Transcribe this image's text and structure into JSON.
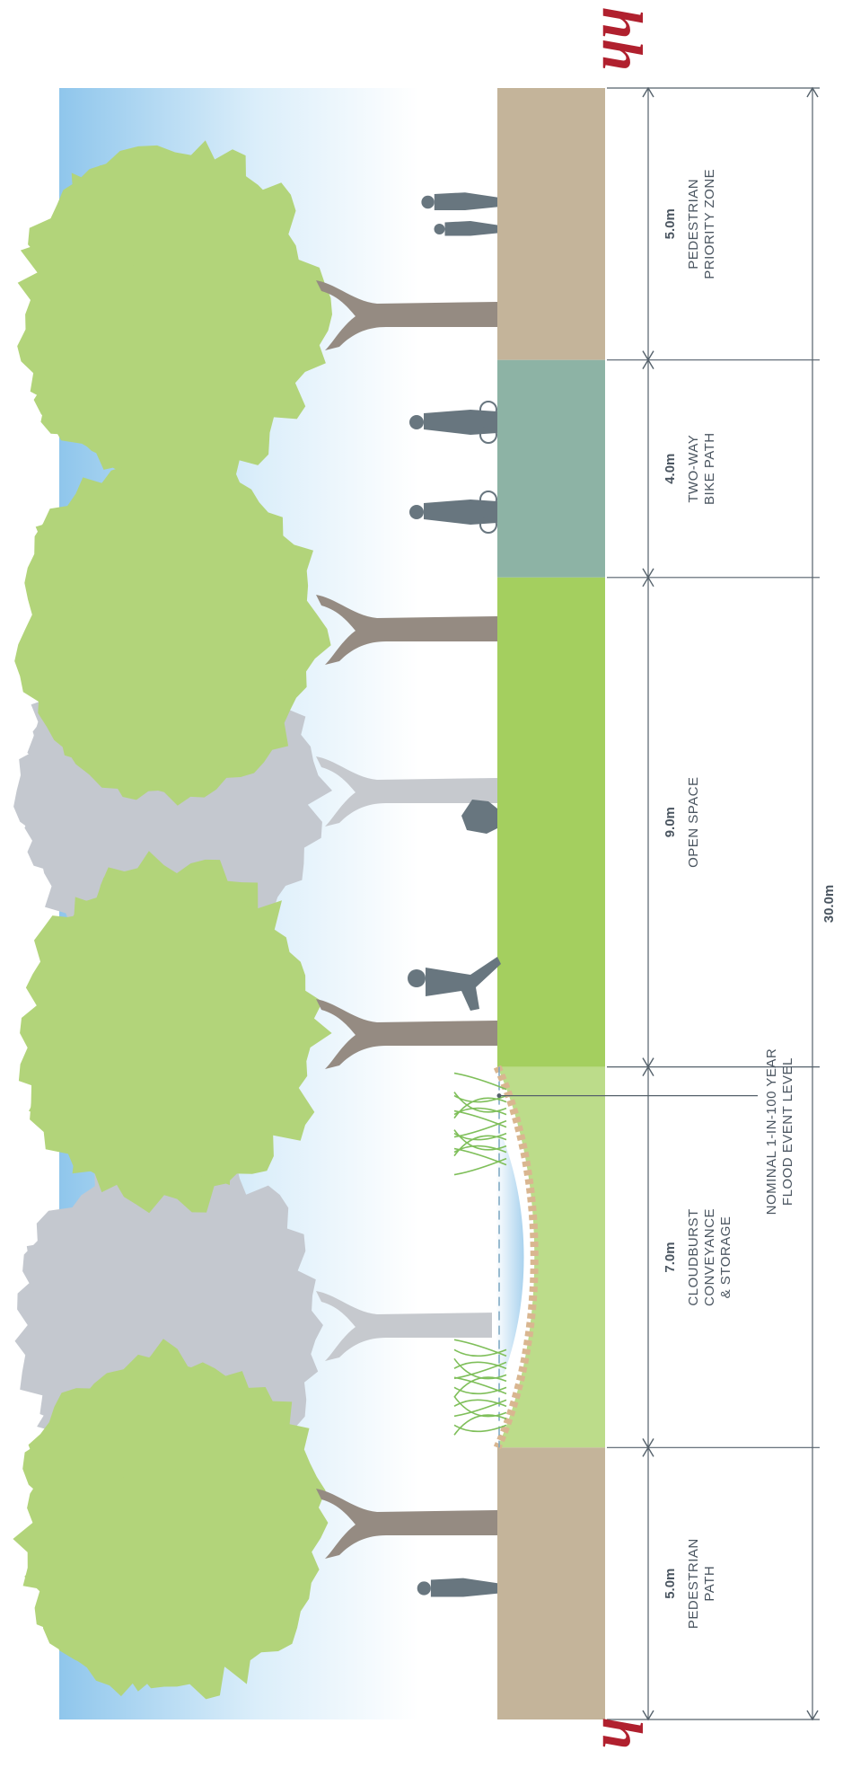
{
  "brand": {
    "mark_top": "hh",
    "mark_bottom": "h",
    "mark_color": "#b0202e"
  },
  "colors": {
    "sky": "#8fc6ec",
    "tree_canopy": "#b2d47a",
    "tree_canopy_back": "#c4c8cf",
    "trunk": "#958b82",
    "trunk_back": "#c6c9ce",
    "paving": "#c4b49a",
    "bike_path": "#8db3a5",
    "open_space": "#a4cf5f",
    "swale": "#bcdc8a",
    "water": "#a9d2ee",
    "figure": "#68767f",
    "dimension_line": "#55616b"
  },
  "zones": [
    {
      "id": "pedestrian-priority",
      "width_label": "5.0m",
      "name_lines": [
        "PEDESTRIAN",
        "PRIORITY ZONE"
      ],
      "width_m": 5.0
    },
    {
      "id": "bike-path",
      "width_label": "4.0m",
      "name_lines": [
        "TWO-WAY",
        "BIKE PATH"
      ],
      "width_m": 4.0
    },
    {
      "id": "open-space",
      "width_label": "9.0m",
      "name_lines": [
        "OPEN SPACE"
      ],
      "width_m": 9.0
    },
    {
      "id": "cloudburst",
      "width_label": "7.0m",
      "name_lines": [
        "CLOUDBURST",
        "CONVEYANCE",
        "& STORAGE"
      ],
      "width_m": 7.0
    },
    {
      "id": "pedestrian-path",
      "width_label": "5.0m",
      "name_lines": [
        "PEDESTRIAN",
        "PATH"
      ],
      "width_m": 5.0
    }
  ],
  "total": {
    "label": "30.0m",
    "width_m": 30.0
  },
  "flood_note": {
    "lines": [
      "NOMINAL 1-IN-100 YEAR",
      "FLOOD EVENT LEVEL"
    ]
  }
}
